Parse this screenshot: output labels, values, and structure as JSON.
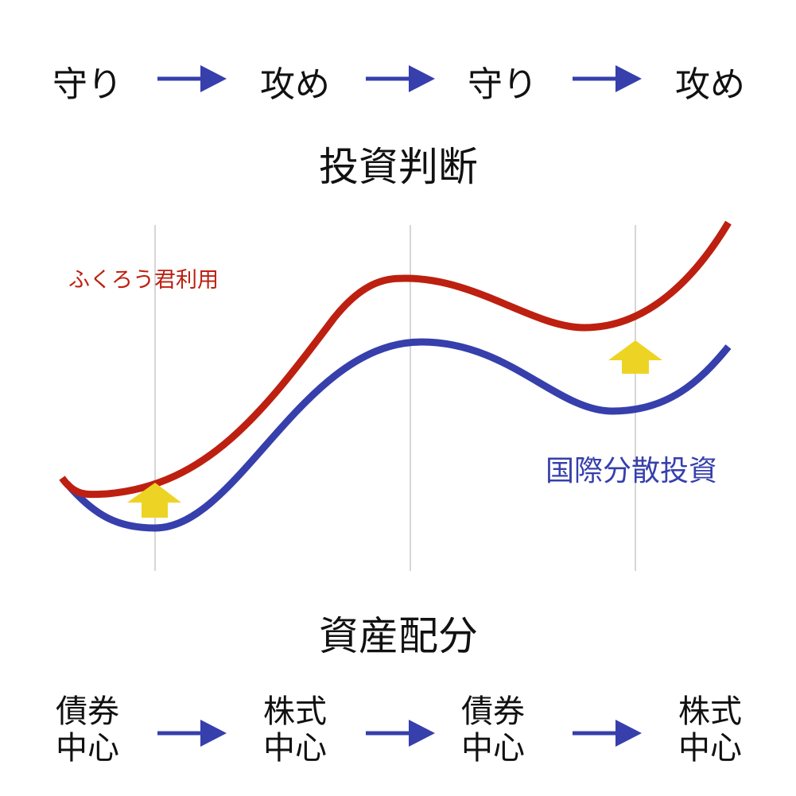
{
  "top_flow": {
    "steps": [
      "守り",
      "攻め",
      "守り",
      "攻め"
    ]
  },
  "top_title": "投資判断",
  "bottom_title": "資産配分",
  "bottom_flow": {
    "steps": [
      [
        "債券",
        "中心"
      ],
      [
        "株式",
        "中心"
      ],
      [
        "債券",
        "中心"
      ],
      [
        "株式",
        "中心"
      ]
    ]
  },
  "series": {
    "red": {
      "label": "ふくろう君利用",
      "color": "#BD2010"
    },
    "blue": {
      "label": "国際分散投資",
      "color": "#363FAB"
    }
  },
  "colors": {
    "arrow": "#363FAB",
    "boost_arrow": "#EDD424",
    "grid": "#C8C8C8"
  }
}
